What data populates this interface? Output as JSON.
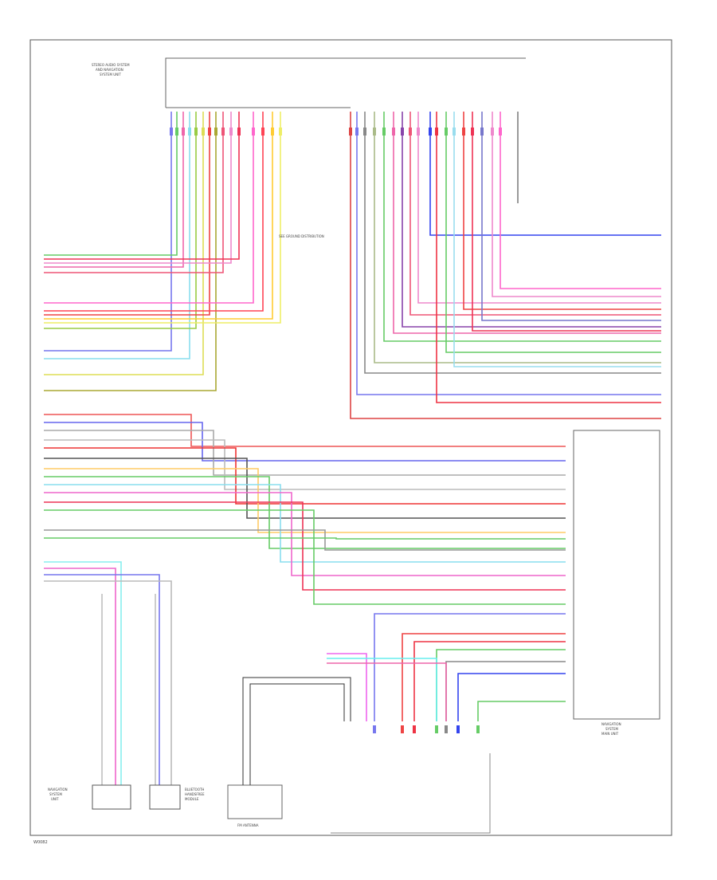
{
  "header_unit": {
    "lines": [
      "STEREO AUDIO SYSTEM",
      "AND NAVIGATION",
      "SYSTEM UNIT"
    ]
  },
  "nav_unit": {
    "lines": [
      "NAVIGATION",
      "SYSTEM",
      "MAIN UNIT"
    ]
  },
  "antenna": {
    "label": "FM ANTENNA"
  },
  "bottom_unit_left": {
    "lines": [
      "NAVIGATION",
      "SYSTEM",
      "UNIT"
    ]
  },
  "bottom_unit_right": {
    "lines": [
      "BLUETOOTH",
      "HANDSFREE",
      "MODULE"
    ]
  },
  "splice_note": "SEE GROUND DISTRIBUTION",
  "footer_code": "W0082"
}
